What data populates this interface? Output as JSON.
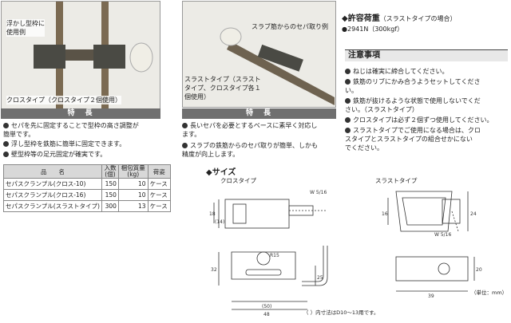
{
  "photo1": {
    "label_top": "浮かし型枠に\n使用例",
    "label_bottom": "クロスタイプ（クロスタイプ２個使用）"
  },
  "photo2": {
    "label_top": "スラブ筋からのセパ取り例",
    "label_mid": "スラストタイプ（スラスト\nタイプ、クロスタイプ各１\n個使用）"
  },
  "left_features": {
    "heading": "特　長",
    "items": [
      "セパを先に固定することで型枠の高さ調整が\n簡単です。",
      "浮し型枠を鉄筋に簡単に固定できます。",
      "壁型枠等の足元固定が確実です。"
    ]
  },
  "mid_features": {
    "heading": "特　長",
    "items": [
      "長いセパを必要とするベースに素早く対応し\nます。",
      "スラブの鉄筋からのセパ取りが簡単、しかも\n精度が向上します。"
    ]
  },
  "table": {
    "headers": [
      "品　　名",
      "入数\n(個)",
      "梱包質量\n(kg)",
      "荷姿"
    ],
    "rows": [
      [
        "セパスクランプル(クロス-10)",
        "150",
        "10",
        "ケース"
      ],
      [
        "セパスクランプル(クロス-16)",
        "150",
        "10",
        "ケース"
      ],
      [
        "セパスクランプル(スラストタイプ)",
        "300",
        "13",
        "ケース"
      ]
    ]
  },
  "load": {
    "title": "◆許容荷重",
    "subtitle": "（スラストタイプの場合）",
    "value": "●2941N（300kgf）"
  },
  "notes": {
    "heading": "注意事項",
    "items": [
      "ねじは確実に締合してください。",
      "鉄筋のリブにかみ合うようセットしてくださ\nい。",
      "鉄筋が抜けるような状態で使用しないでくだ\nさい。（スラストタイプ）",
      "クロスタイプは必ず２個ずつ使用してください。",
      "スラストタイプでご使用になる場合は、クロ\nスタイプとスラストタイプの組合せかにない\nでください。"
    ]
  },
  "size": {
    "title": "◆サイズ",
    "cross_label": "クロスタイプ",
    "thrust_label": "スラストタイプ",
    "dims": {
      "w516a": "W 5/16",
      "w516b": "W 5/16",
      "d18": "18",
      "d14": "(14)",
      "d32": "32",
      "d25": "25",
      "d50": "(50)",
      "d48": "48",
      "r15": "R15",
      "d16": "16",
      "d24": "24",
      "d20": "20",
      "d39": "39"
    },
    "footnote": "（ ）内寸法はD10〜13用です。",
    "unit": "（単位：mm）"
  },
  "colors": {
    "bar_bg": "#6f6f6f",
    "notes_bg": "#e8e8e8"
  }
}
